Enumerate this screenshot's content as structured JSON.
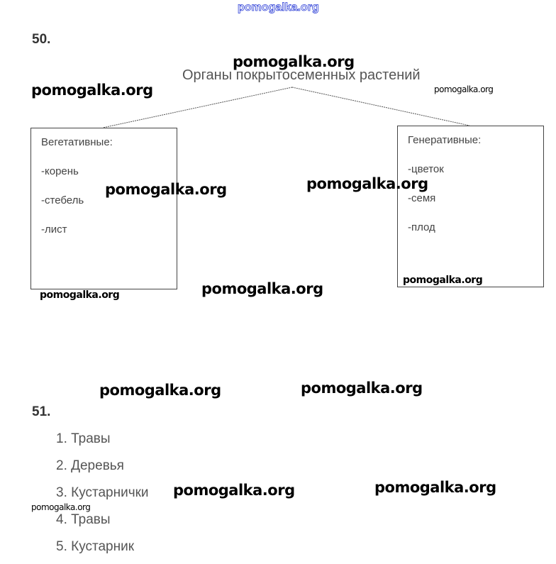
{
  "header_watermark": "pomogalka.org",
  "task50": {
    "number": "50.",
    "diagram_title": "Органы покрытосеменных растений",
    "vegetative": {
      "title": "Вегетативные:",
      "items": [
        "-корень",
        "-стебель",
        "-лист"
      ]
    },
    "generative": {
      "title": "Генеративные:",
      "items": [
        "-цветок",
        "-семя",
        "-плод"
      ]
    }
  },
  "task51": {
    "number": "51.",
    "items": [
      "1. Травы",
      "2. Деревья",
      "3. Кустарнички",
      "4. Травы",
      "5. Кустарник"
    ]
  },
  "watermark": "pomogalka.org"
}
